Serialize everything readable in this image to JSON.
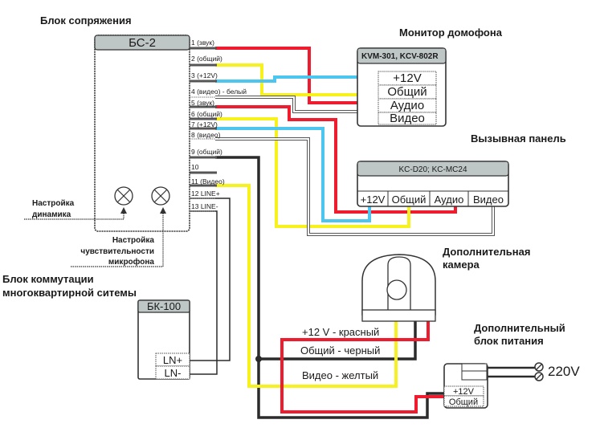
{
  "title": "Схема подключения блока сопряжения БС-2",
  "blocks": {
    "bs2": {
      "caption": "Блок сопряжения",
      "model": "БС-2",
      "pins": [
        "1 (звук)",
        "2 (общий)",
        "3 (+12V)",
        "4 (видео) - белый",
        "5 (звук)",
        "6 (общий)",
        "7 (+12V)",
        "8 (видео)",
        "9 (общий)",
        "10",
        "11 (Видео)",
        "12 LINE+",
        "13 LINE-"
      ],
      "speaker_adjust": "Настройка динамика",
      "speaker_adjust_lines": [
        "Настройка",
        "динамика"
      ],
      "mic_adjust_lines": [
        "Настройка",
        "чувствительности",
        "микрофона"
      ]
    },
    "monitor": {
      "caption": "Монитор домофона",
      "model": "KVM-301, KCV-802R",
      "terminals": [
        "+12V",
        "Общий",
        "Аудио",
        "Видео"
      ]
    },
    "call_panel": {
      "caption": "Вызывная панель",
      "model": "KC-D20; KC-MC24",
      "terminals": [
        "+12V",
        "Общий",
        "Аудио",
        "Видео"
      ]
    },
    "bk100": {
      "caption_lines": [
        "Блок коммутации",
        "многоквартирной ситемы"
      ],
      "model": "БК-100",
      "terminals": [
        "LN+",
        "LN-"
      ]
    },
    "camera": {
      "caption_lines": [
        "Дополнительная",
        "камера"
      ],
      "wires": [
        "+12 V - красный",
        "Общий - черный",
        "Видео - желтый"
      ]
    },
    "psu": {
      "caption_lines": [
        "Дополнительный",
        "блок питания"
      ],
      "terminals": [
        "+12V",
        "Общий"
      ],
      "mains": "220V"
    }
  },
  "wire_colors": {
    "red": "#ee1c2e",
    "yellow": "#f7f21e",
    "blue": "#4cc6ee",
    "black": "#2b2b2b",
    "white": "#ffffff"
  }
}
